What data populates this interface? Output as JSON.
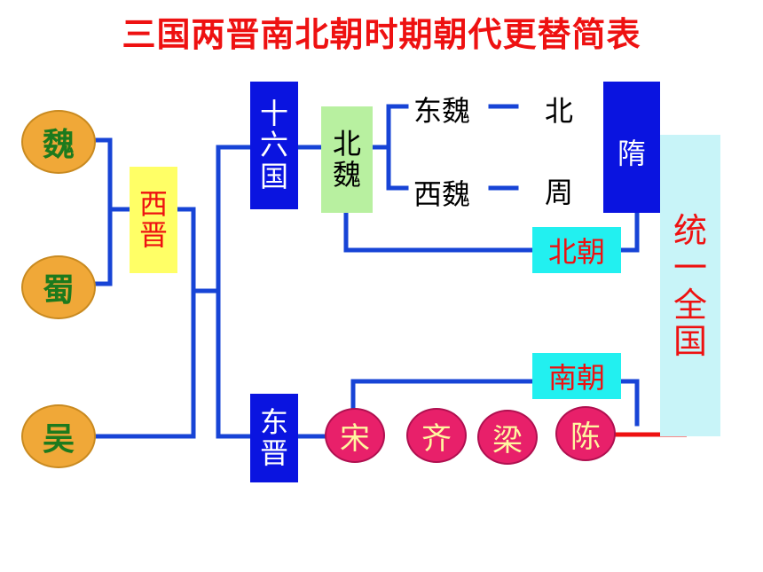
{
  "title": {
    "part1": "三国两晋南北朝",
    "part2": "时期朝代更替简表"
  },
  "three_kingdoms": [
    "魏",
    "蜀",
    "吴"
  ],
  "western_jin": [
    "西",
    "晋"
  ],
  "sixteen_kingdoms": [
    "十",
    "六",
    "国"
  ],
  "eastern_jin": [
    "东",
    "晋"
  ],
  "northern_wei": [
    "北",
    "魏"
  ],
  "eastern_wei": "东魏",
  "western_wei": "西魏",
  "northern_qi": "北",
  "northern_zhou": "周",
  "sui": "隋",
  "northern_dynasties": "北朝",
  "southern_dynasties": "南朝",
  "southern_states": [
    "宋",
    "齐",
    "梁",
    "陈"
  ],
  "unification": [
    "统",
    "一",
    "全",
    "国"
  ],
  "colors": {
    "title_red": "#ee1111",
    "line_blue": "#1744d6",
    "box_blue": "#0a14e0",
    "box_cyan": "#22f0f0",
    "box_green": "#b8f0a0",
    "box_yellow": "#ffff66",
    "circle_orange": "#f0a838",
    "circle_pink": "#e8206a",
    "unify_bg": "#c8f4f8",
    "red_text": "#ee1111"
  }
}
